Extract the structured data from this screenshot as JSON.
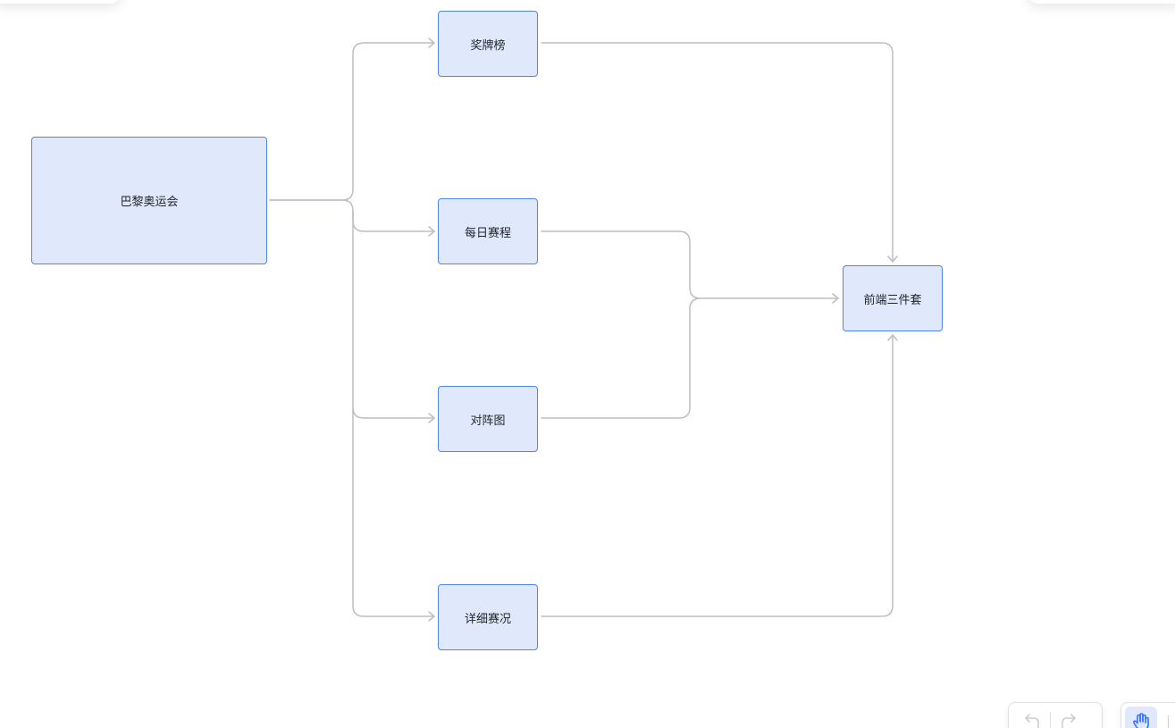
{
  "diagram": {
    "nodes": {
      "root": "巴黎奥运会",
      "medals": "奖牌榜",
      "schedule": "每日赛程",
      "bracket": "对阵图",
      "details": "详细赛况",
      "frontend": "前端三件套"
    },
    "edges": [
      {
        "from": "root",
        "to": "medals"
      },
      {
        "from": "root",
        "to": "schedule"
      },
      {
        "from": "root",
        "to": "bracket"
      },
      {
        "from": "root",
        "to": "details"
      },
      {
        "from": "medals",
        "to": "frontend"
      },
      {
        "from": "schedule",
        "to": "frontend"
      },
      {
        "from": "bracket",
        "to": "frontend"
      },
      {
        "from": "details",
        "to": "frontend"
      }
    ],
    "colors": {
      "node_fill": "#e0e9fb",
      "node_border": "#4f85e6",
      "edge": "#bbbfc4",
      "active_tool": "#dfe8fd"
    }
  },
  "toolbar": {
    "icons": [
      "undo-icon",
      "redo-icon",
      "hand-icon"
    ],
    "active_tool": "hand-icon"
  }
}
